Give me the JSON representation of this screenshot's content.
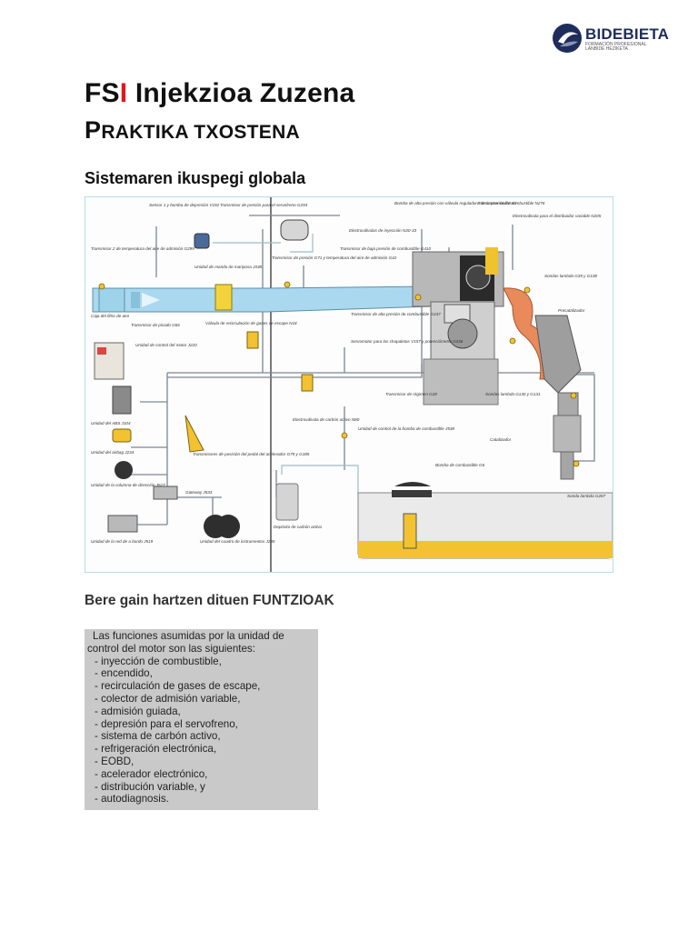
{
  "logo": {
    "name": "BIDEBIETA",
    "tagline": "FORMACIÓN PROFESIONAL LANBIDE HEZIKETA"
  },
  "header": {
    "title_prefix": "FS",
    "title_accent": "I",
    "title_rest": " Injekzioa Zuzena",
    "subtitle_first": "P",
    "subtitle_rest": "RAKTIKA TXOSTENA"
  },
  "section1": {
    "heading": "Sistemaren ikuspegi globala"
  },
  "diagram": {
    "labels": {
      "l1": "Sensor 1 y bomba de depresión V192",
      "l2": "Transmisor de presión para el servofreno G294",
      "l3": "Bomba de alta presión con válvula reguladora de la presión de combustible N276",
      "l4": "Transmisor Hall G40",
      "l5": "Electroválvula para el distribuidor variable N205",
      "l6": "Transmisor 2 de temperatura del aire de admisión G299",
      "l7": "Unidad de mando de mariposa J338",
      "l8": "Transmisor de presión G71 y temperatura del aire de admisión G42",
      "l9": "Electroválvulas de inyección N30-33",
      "l10": "Transmisor de baja presión de combustible G410",
      "l11": "Sondas lambda G39 y G108",
      "l12": "Caja del filtro de aire",
      "l13": "Transmisor de picado G66",
      "l14": "Válvula de recirculación de gases de escape N18",
      "l15": "Transmisor de alta presión de combustible G247",
      "l16": "Precatalizador",
      "l17": "Unidad de control del motor J220",
      "l18": "Servomotor para las chapaletas V157 y potenciómetro G336",
      "l19": "Unidad del ABS J104",
      "l20": "Transmisor de régimen G28",
      "l21": "Sondas lambda G130 y G131",
      "l22": "Electroválvula de carbón activo N80",
      "l23": "Unidad de control de la bomba de combustible J538",
      "l24": "Catalizador",
      "l25": "Unidad del airbag J234",
      "l26": "Transmisores de posición del pedal del acelerador G79 y G185",
      "l27": "Bomba de combustible G6",
      "l28": "Unidad de la columna de dirección J527",
      "l29": "Gateway J533",
      "l30": "Sonda lambda G287",
      "l31": "Depósito de carbón activo",
      "l32": "Unidad de la red de a bordo J519",
      "l33": "Unidad del cuadro de instrumentos J285"
    }
  },
  "section2": {
    "heading": "Bere gain hartzen dituen FUNTZIOAK"
  },
  "functions": {
    "intro": "Las funciones asumidas por la unidad de control del motor son las siguientes:",
    "items": [
      "inyección de combustible,",
      "encendido,",
      "recirculación de gases de escape,",
      "colector de admisión variable,",
      "admisión guiada,",
      "depresión para el servofreno,",
      "sistema de carbón activo,",
      "refrigeración electrónica,",
      "EOBD,",
      "acelerador electrónico,",
      "distribución variable, y",
      "autodiagnosis."
    ]
  },
  "colors": {
    "accent": "#e5161b",
    "logo": "#1f2d5c",
    "air": "#a9d8ef",
    "exhaust": "#e88a5a",
    "fuel": "#f2c230",
    "box": "#c9c9c9"
  }
}
